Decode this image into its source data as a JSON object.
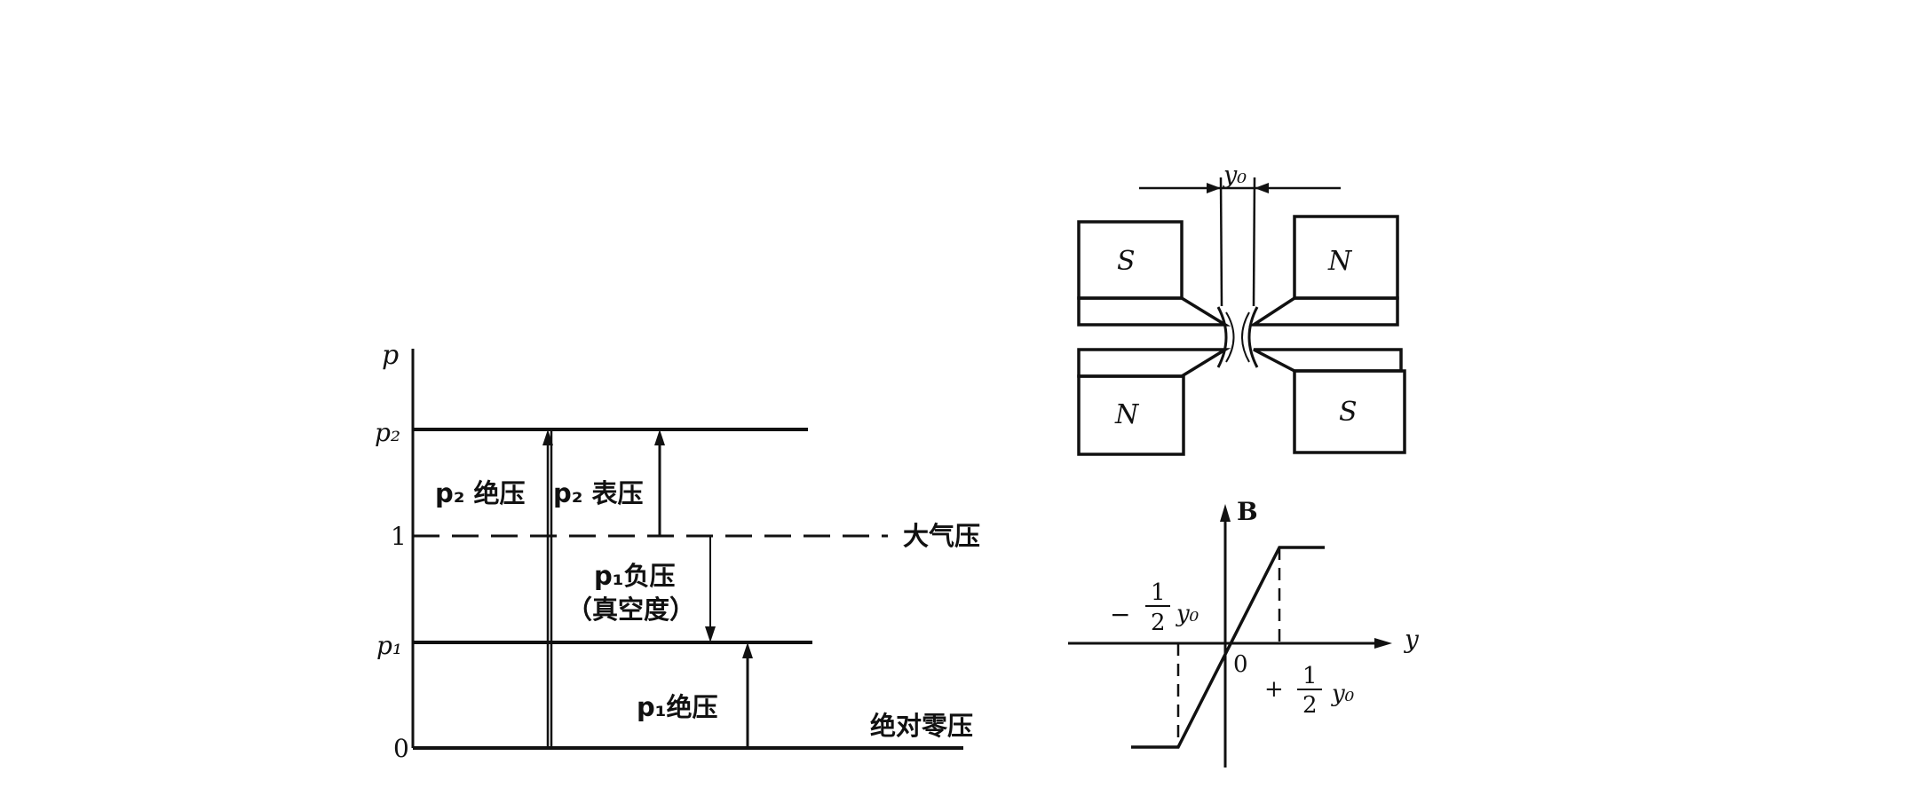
{
  "pressure_diagram": {
    "y_axis_label": "p",
    "ticks": {
      "p2": "p₂",
      "one": "1",
      "p1": "p₁",
      "zero": "0"
    },
    "labels": {
      "p2_absolute": "p₂ 绝压",
      "p2_gauge": "p₂ 表压",
      "atmospheric": "大气压",
      "p1_negative_line1": "p₁负压",
      "p1_negative_line2": "（真空度）",
      "p1_absolute": "p₁绝压",
      "absolute_zero": "绝对零压"
    }
  },
  "magnet_diagram": {
    "gap_label": "y₀",
    "poles": {
      "top_left": "S",
      "top_right": "N",
      "bottom_left": "N",
      "bottom_right": "S"
    }
  },
  "b_y_graph": {
    "y_axis_label": "B",
    "x_axis_label": "y",
    "origin_label": "0",
    "neg_sign": "−",
    "frac_num": "1",
    "frac_den": "2",
    "y0": "y₀",
    "pos_sign": "+"
  },
  "colors": {
    "ink": "#111111",
    "background": "#ffffff"
  }
}
